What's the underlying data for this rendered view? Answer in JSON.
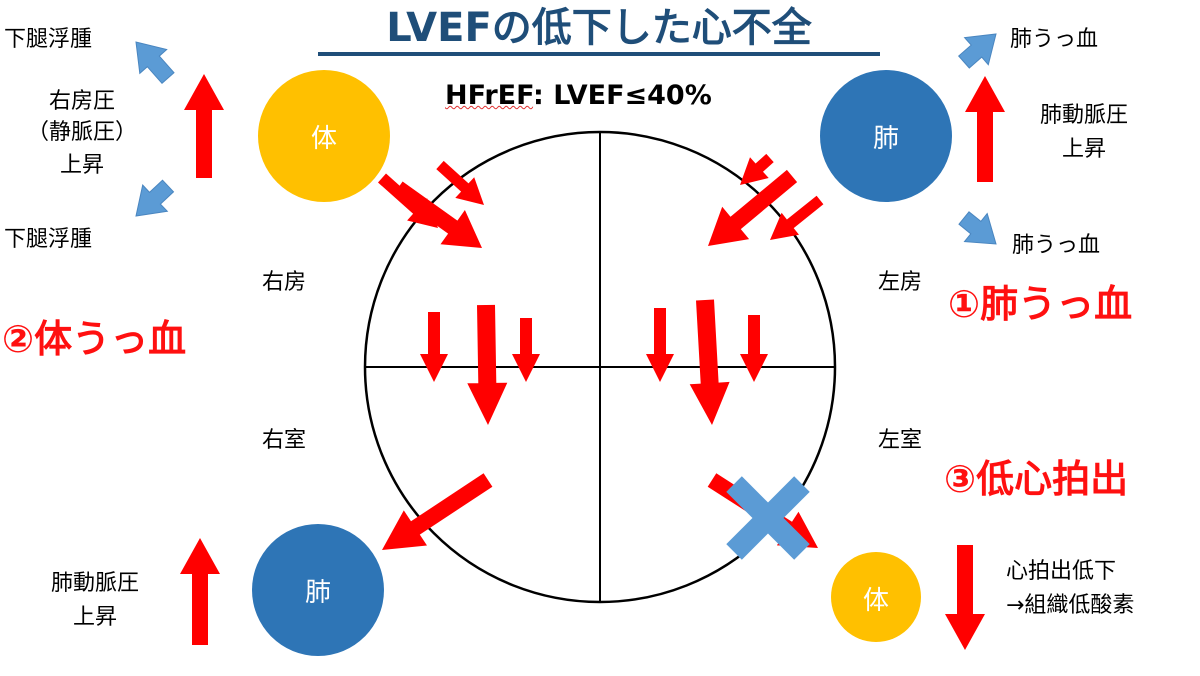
{
  "title": "LVEFの低下した心不全",
  "subtitle": {
    "prefix": "HFrEF",
    "suffix": ": LVEF≤40%"
  },
  "chambers": {
    "right_atrium": "右房",
    "left_atrium": "左房",
    "right_ventricle": "右室",
    "left_ventricle": "左室"
  },
  "nodes": {
    "body_top": "体",
    "lung_top": "肺",
    "lung_bottom": "肺",
    "body_bottom": "体"
  },
  "left_panel": {
    "edema_top": "下腿浮腫",
    "ra_pressure": [
      "右房圧",
      "（静脈圧）",
      "上昇"
    ],
    "edema_bottom": "下腿浮腫",
    "pa_pressure": [
      "肺動脈圧",
      "上昇"
    ]
  },
  "right_panel": {
    "congestion_top": "肺うっ血",
    "pa_pressure": [
      "肺動脈圧",
      "上昇"
    ],
    "congestion_bottom": "肺うっ血",
    "low_output": [
      "心拍出低下",
      "→組織低酸素"
    ]
  },
  "headlines": {
    "pulmonary": "①肺うっ血",
    "systemic": "②体うっ血",
    "low_output": "③低心拍出"
  },
  "colors": {
    "title": "#1f4e79",
    "arrow_red": "#ff0000",
    "arrow_blue": "#5b9bd5",
    "circle_gold": "#ffc000",
    "circle_blue": "#2e75b6",
    "headline_red": "#ff1010",
    "x_mark": "#5b9bd5"
  }
}
